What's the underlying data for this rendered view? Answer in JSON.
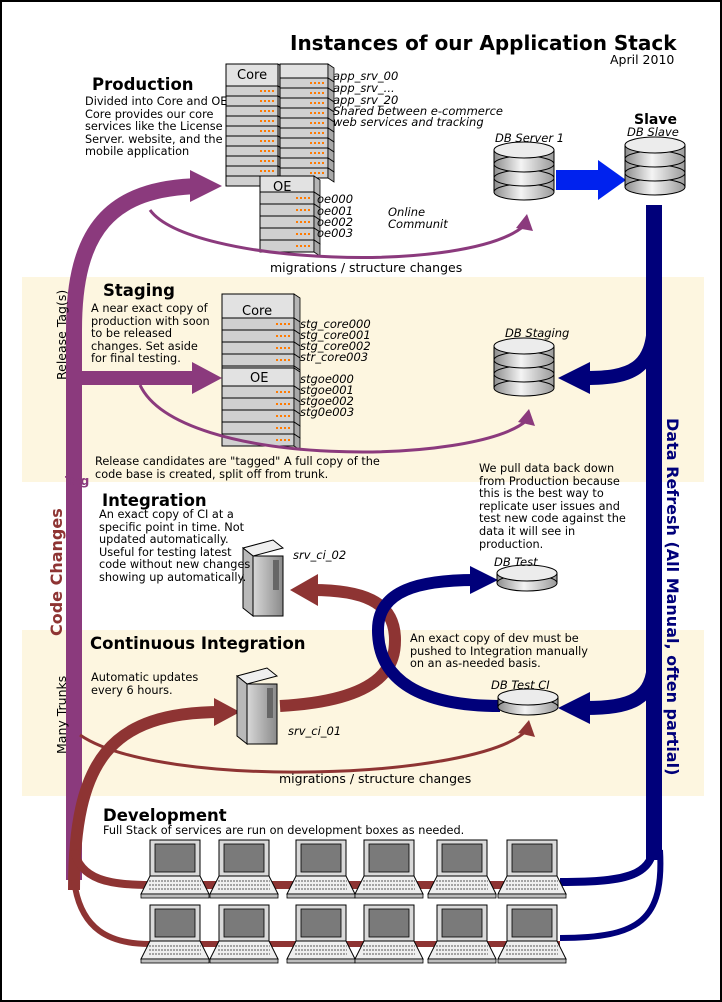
{
  "title": "Instances of our Application Stack",
  "date": "April 2010",
  "colors": {
    "band": "#fdf6e0",
    "purple": "#8b3a7d",
    "red": "#8e3433",
    "navy": "#00007a",
    "blue": "#0022ee",
    "border": "#000000"
  },
  "production": {
    "heading": "Production",
    "description": "Divided into Core and OE Core  provides our core services like the License Server. website, and the mobile application",
    "core_label": "Core",
    "oe_label": "OE",
    "core_servers": [
      "app_srv_00",
      "app_srv_...",
      "app_srv_20"
    ],
    "core_note": [
      "Shared between e-commerce",
      "web services and tracking"
    ],
    "oe_servers": [
      "oe000",
      "oe001",
      "oe002",
      "oe003"
    ],
    "oe_note": [
      "Online",
      "Communit"
    ],
    "db_server": "DB Server 1",
    "slave_heading": "Slave",
    "slave_db": "DB Slave",
    "migrations": "migrations / structure changes"
  },
  "staging": {
    "heading": "Staging",
    "description": "A near exact copy of production with soon to be released changes.  Set aside for final testing.",
    "core_label": "Core",
    "oe_label": "OE",
    "core_servers": [
      "stg_core000",
      "stg_core001",
      "stg_core002",
      "str_core003"
    ],
    "oe_servers": [
      "stgoe000",
      "stgoe001",
      "stgoe002",
      "stg0e003"
    ],
    "db": "DB Staging",
    "release_note": "Release candidates are \"tagged\" A full copy of the code base is created, split off from trunk.",
    "pull_note": "We pull data back down from Production because this is the best way to replicate user issues and test new code against the data it will see in production."
  },
  "integration": {
    "heading": "Integration",
    "description": "An exact copy of CI at a specific point in time. Not updated automatically. Useful for testing latest code without new changes showing up automatically.",
    "server": "srv_ci_02",
    "db": "DB Test"
  },
  "ci": {
    "heading": "Continuous Integration",
    "description": "Automatic updates every 6 hours.",
    "server": "srv_ci_01",
    "db": "DB Test CI",
    "push_note": "An exact copy of dev must be pushed to Integration manually on an as-needed basis.",
    "migrations": "migrations / structure changes"
  },
  "development": {
    "heading": "Development",
    "description": "Full Stack of services are run on development boxes as needed."
  },
  "side_labels": {
    "release_tags": "Release Tag(s)",
    "tag": "Tag",
    "code_changes": "Code Changes",
    "many_trunks": "Many Trunks",
    "data_refresh": "Data Refresh (All Manual, often partial)"
  }
}
